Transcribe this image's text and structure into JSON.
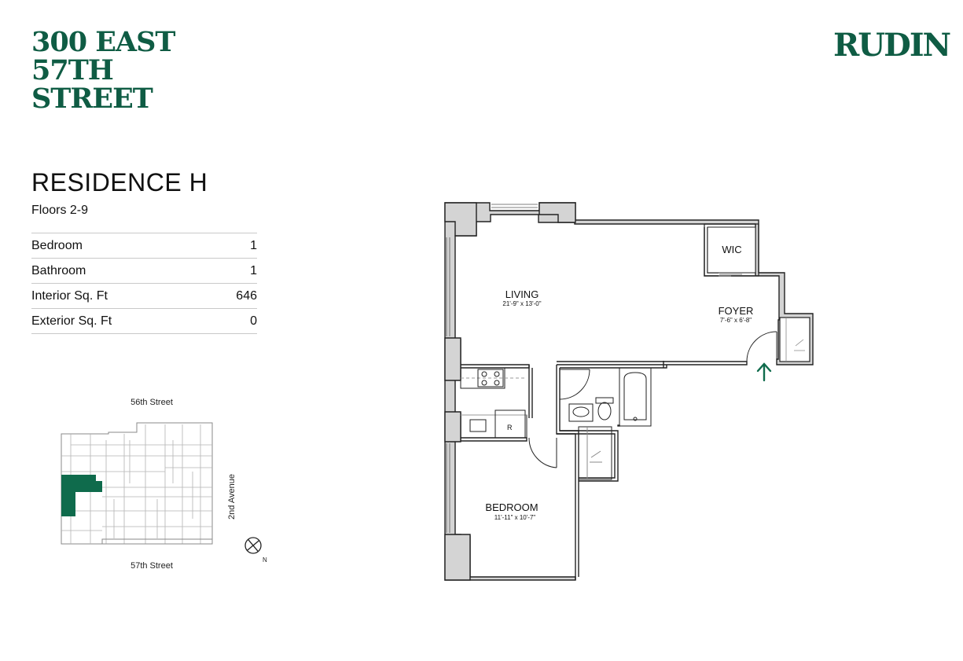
{
  "header": {
    "building_lines": [
      "300 EAST",
      "57TH",
      "STREET"
    ],
    "brand": "RUDIN"
  },
  "residence": {
    "title": "RESIDENCE H",
    "floors": "Floors 2-9"
  },
  "specs": [
    {
      "label": "Bedroom",
      "value": "1"
    },
    {
      "label": "Bathroom",
      "value": "1"
    },
    {
      "label": "Interior Sq. Ft",
      "value": "646"
    },
    {
      "label": "Exterior Sq. Ft",
      "value": "0"
    }
  ],
  "keyplan": {
    "north_street": "56th Street",
    "south_street": "57th Street",
    "east_avenue": "2nd Avenue",
    "compass": "N"
  },
  "floorplan": {
    "rooms": [
      {
        "name": "LIVING",
        "dims": "21'-9\" x 13'-0\""
      },
      {
        "name": "FOYER",
        "dims": "7'-6\" x 6'-8\""
      },
      {
        "name": "WIC",
        "dims": ""
      },
      {
        "name": "BEDROOM",
        "dims": "11'-11\" x 10'-7\""
      }
    ],
    "fixture_labels": {
      "refrigerator": "R"
    }
  },
  "colors": {
    "brand_green": "#0f5c44",
    "wall_gray": "#d4d4d4",
    "line": "#222222"
  }
}
